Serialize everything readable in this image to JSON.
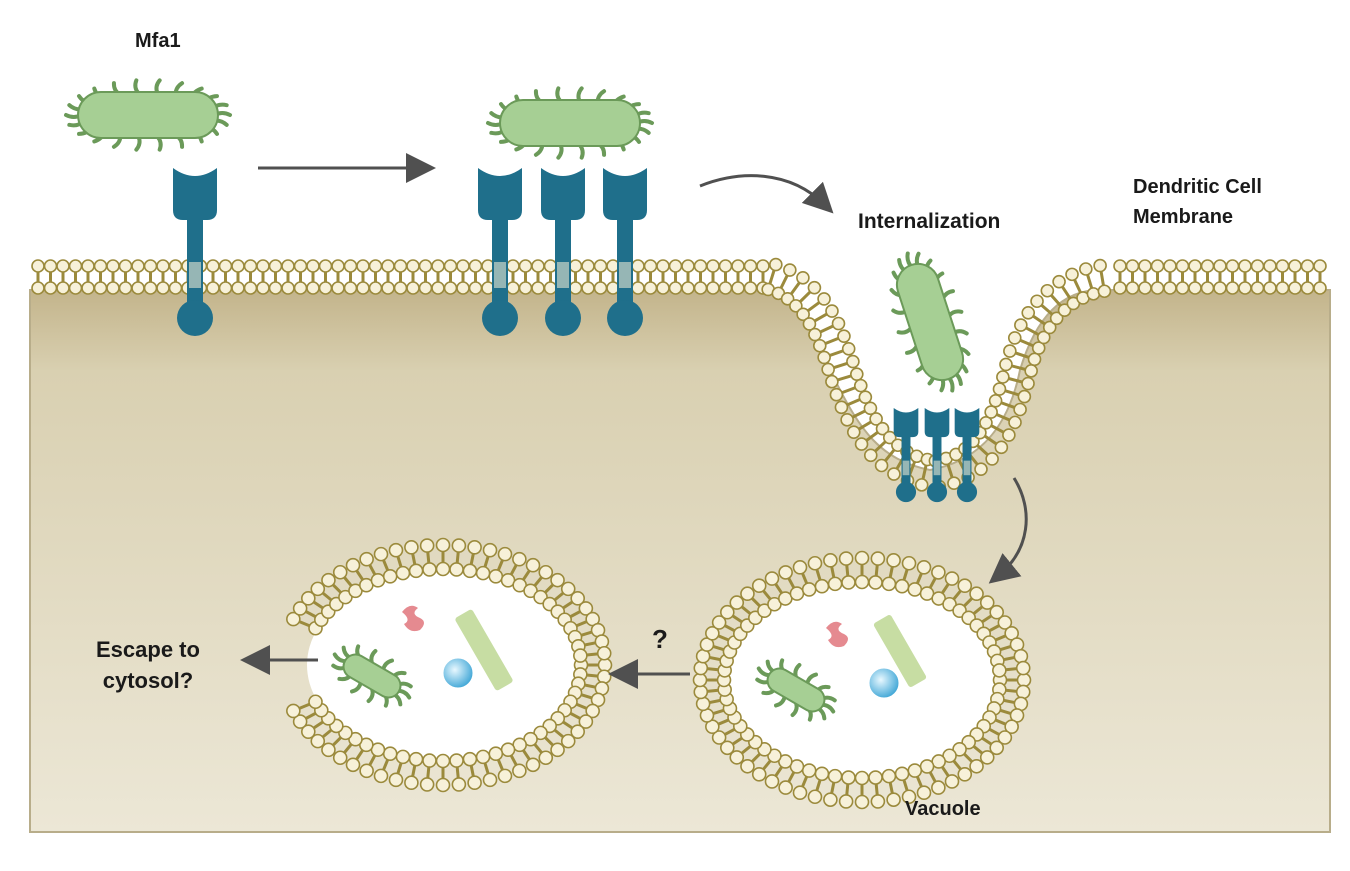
{
  "labels": {
    "mfa1": "Mfa1",
    "internalization": "Internalization",
    "dendritic_line1": "Dendritic Cell",
    "dendritic_line2": "Membrane",
    "escape_line1": "Escape to",
    "escape_line2": "cytosol?",
    "question": "?",
    "vacuole": "Vacuole"
  },
  "colors": {
    "cytoplasm_top": "#ece6cf",
    "cytoplasm_bottom": "#c2b487",
    "membrane_tail": "#9b8a3c",
    "lipid_head": "#f7f1d9",
    "receptor": "#1f6f8b",
    "bacterium": "#a6cf94",
    "bacterium_outline": "#6b9a59",
    "arrow": "#505050"
  },
  "icons": [
    "bacterium-icon",
    "receptor-icon",
    "lipid-bilayer",
    "vacuole",
    "arrow"
  ]
}
